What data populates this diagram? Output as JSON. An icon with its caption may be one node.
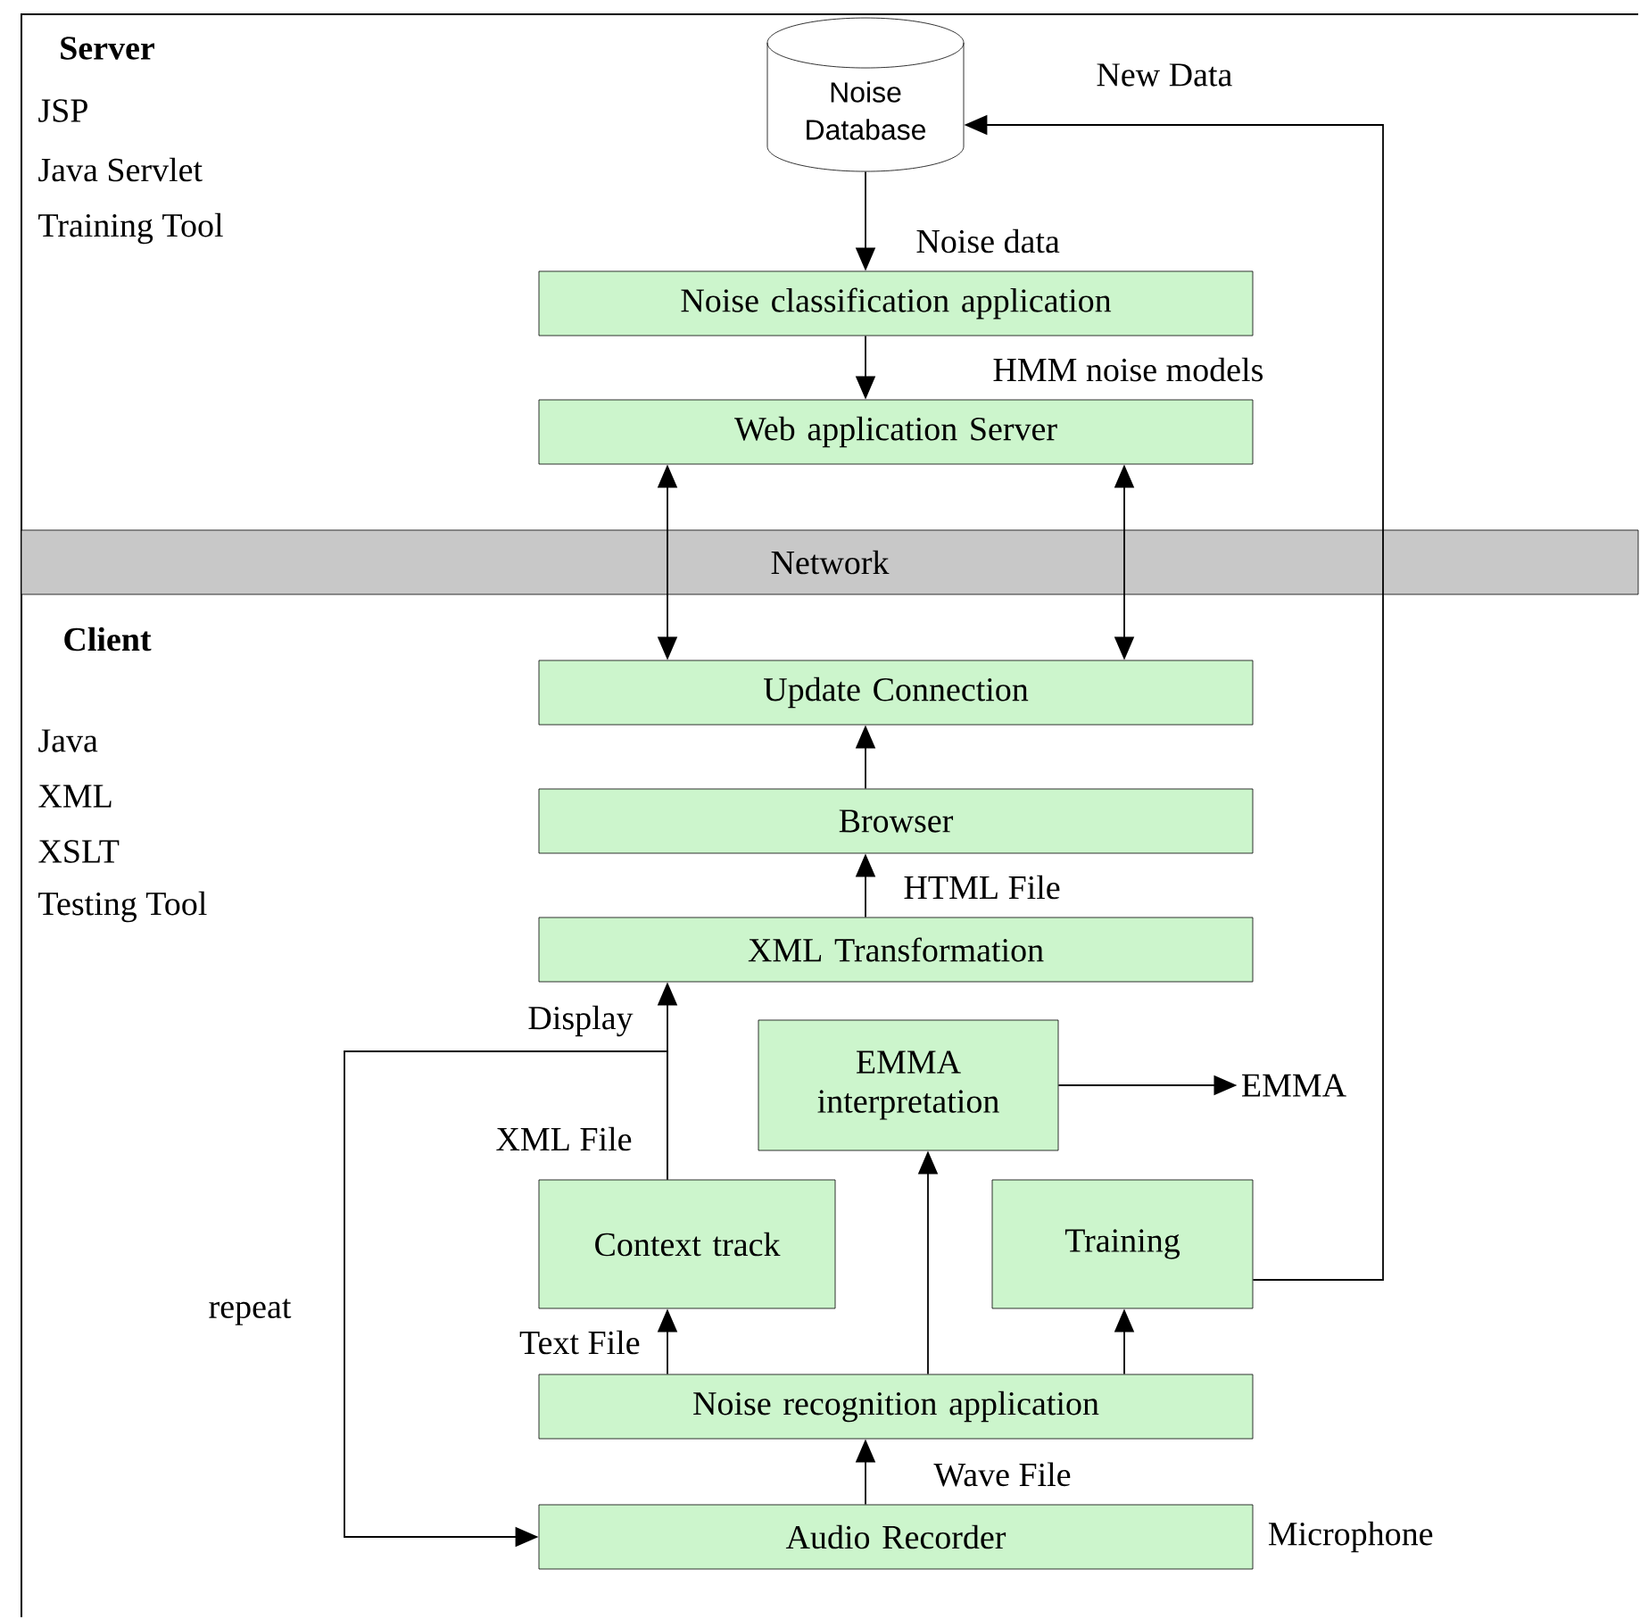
{
  "diagram": {
    "nodes": [
      {
        "text": [
          "Noise Database"
        ]
      },
      {
        "text": [
          "Noise classification application"
        ]
      },
      {
        "text": [
          "Web application Server"
        ]
      },
      {
        "text": [
          "Update Connection"
        ]
      },
      {
        "text": [
          "Browser"
        ]
      },
      {
        "text": [
          "XML Transformation"
        ]
      },
      {
        "text": [
          "EMMA interpretation"
        ]
      },
      {
        "text": [
          "Context track"
        ]
      },
      {
        "text": [
          "Training"
        ]
      },
      {
        "text": [
          "Noise recognition application"
        ]
      },
      {
        "text": [
          "Audio Recorder"
        ],
        "beside": [
          "Microphone"
        ]
      },
      {
        "text": [
          "EMMA"
        ]
      }
    ],
    "edges": [
      {
        "from": 0,
        "to": 1,
        "arrow": "to",
        "label": "Noise data"
      },
      {
        "from": 1,
        "to": 2,
        "arrow": "to",
        "label": "HMM noise models"
      },
      {
        "from": 2,
        "to": 3,
        "arrow": "both"
      },
      {
        "from": 2,
        "to": 3,
        "arrow": "both"
      },
      {
        "from": 4,
        "to": 3,
        "arrow": "to"
      },
      {
        "from": 5,
        "to": 4,
        "arrow": "to",
        "label": "HTML File"
      },
      {
        "from": 7,
        "to": 5,
        "arrow": "to",
        "label": "Display"
      },
      {
        "from": 7,
        "to": 10,
        "arrow": "to",
        "label": "repeat"
      },
      {
        "from": 9,
        "to": 7,
        "arrow": "to",
        "label": "Text File"
      },
      {
        "from": 9,
        "to": 6,
        "arrow": "to"
      },
      {
        "from": 9,
        "to": 8,
        "arrow": "to"
      },
      {
        "from": 10,
        "to": 9,
        "arrow": "to",
        "label": "Wave File"
      },
      {
        "from": 8,
        "to": 0,
        "arrow": "to",
        "label": "New Data"
      },
      {
        "from": 6,
        "to": 11,
        "arrow": "to"
      }
    ],
    "labels": [
      "Server",
      "JSP",
      "Java Servlet",
      "Training Tool",
      "Network",
      "Client",
      "Java",
      "XML",
      "XSLT",
      "Testing Tool",
      "XML File"
    ]
  }
}
